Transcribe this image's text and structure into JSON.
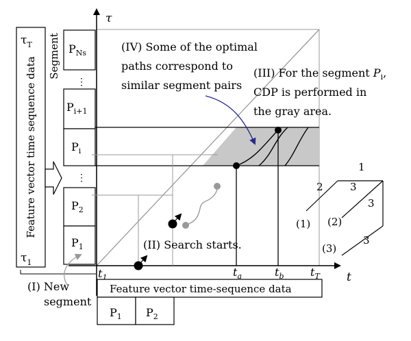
{
  "axes": {
    "t_label": "t",
    "tau_label": "τ",
    "x_ticks": [
      {
        "base": "t",
        "sub": "1"
      },
      {
        "base": "t",
        "sub": "a"
      },
      {
        "base": "t",
        "sub": "b"
      },
      {
        "base": "t",
        "sub": "T"
      }
    ]
  },
  "left_bar": {
    "label": "Feature vector time sequence data",
    "top": {
      "base": "τ",
      "sub": "T"
    },
    "bottom": {
      "base": "τ",
      "sub": "1"
    }
  },
  "segment_column": {
    "label": "Segment",
    "boxes": [
      {
        "base": "P",
        "sub": "Ns"
      },
      {
        "base": "P",
        "sub": "i+1"
      },
      {
        "base": "P",
        "sub": "i"
      },
      {
        "base": "P",
        "sub": "2"
      },
      {
        "base": "P",
        "sub": "1"
      }
    ]
  },
  "bottom_bar": {
    "label": "Feature vector time-sequence data",
    "boxes": [
      {
        "base": "P",
        "sub": "1"
      },
      {
        "base": "P",
        "sub": "2"
      }
    ]
  },
  "annotations": {
    "new_segment": [
      "(I) New",
      "segment"
    ],
    "search_starts": "(II) Search starts.",
    "cdp": [
      "(III) For the segment ",
      "P",
      "i",
      ",",
      "CDP is performed in",
      "the gray area."
    ],
    "optimal_paths": [
      "(IV) Some of the optimal",
      "paths correspond to",
      "similar segment pairs"
    ]
  },
  "cube": {
    "top_numbers": [
      "1",
      "2",
      "3"
    ],
    "side_numbers": [
      "3",
      "3"
    ],
    "labels": [
      "(1)",
      "(2)",
      "(3)"
    ]
  },
  "colors": {
    "line": "#000000",
    "gray_area": "#c8c8c8",
    "gray_line": "#999999",
    "arrow_blue": "#2a2a8a"
  }
}
